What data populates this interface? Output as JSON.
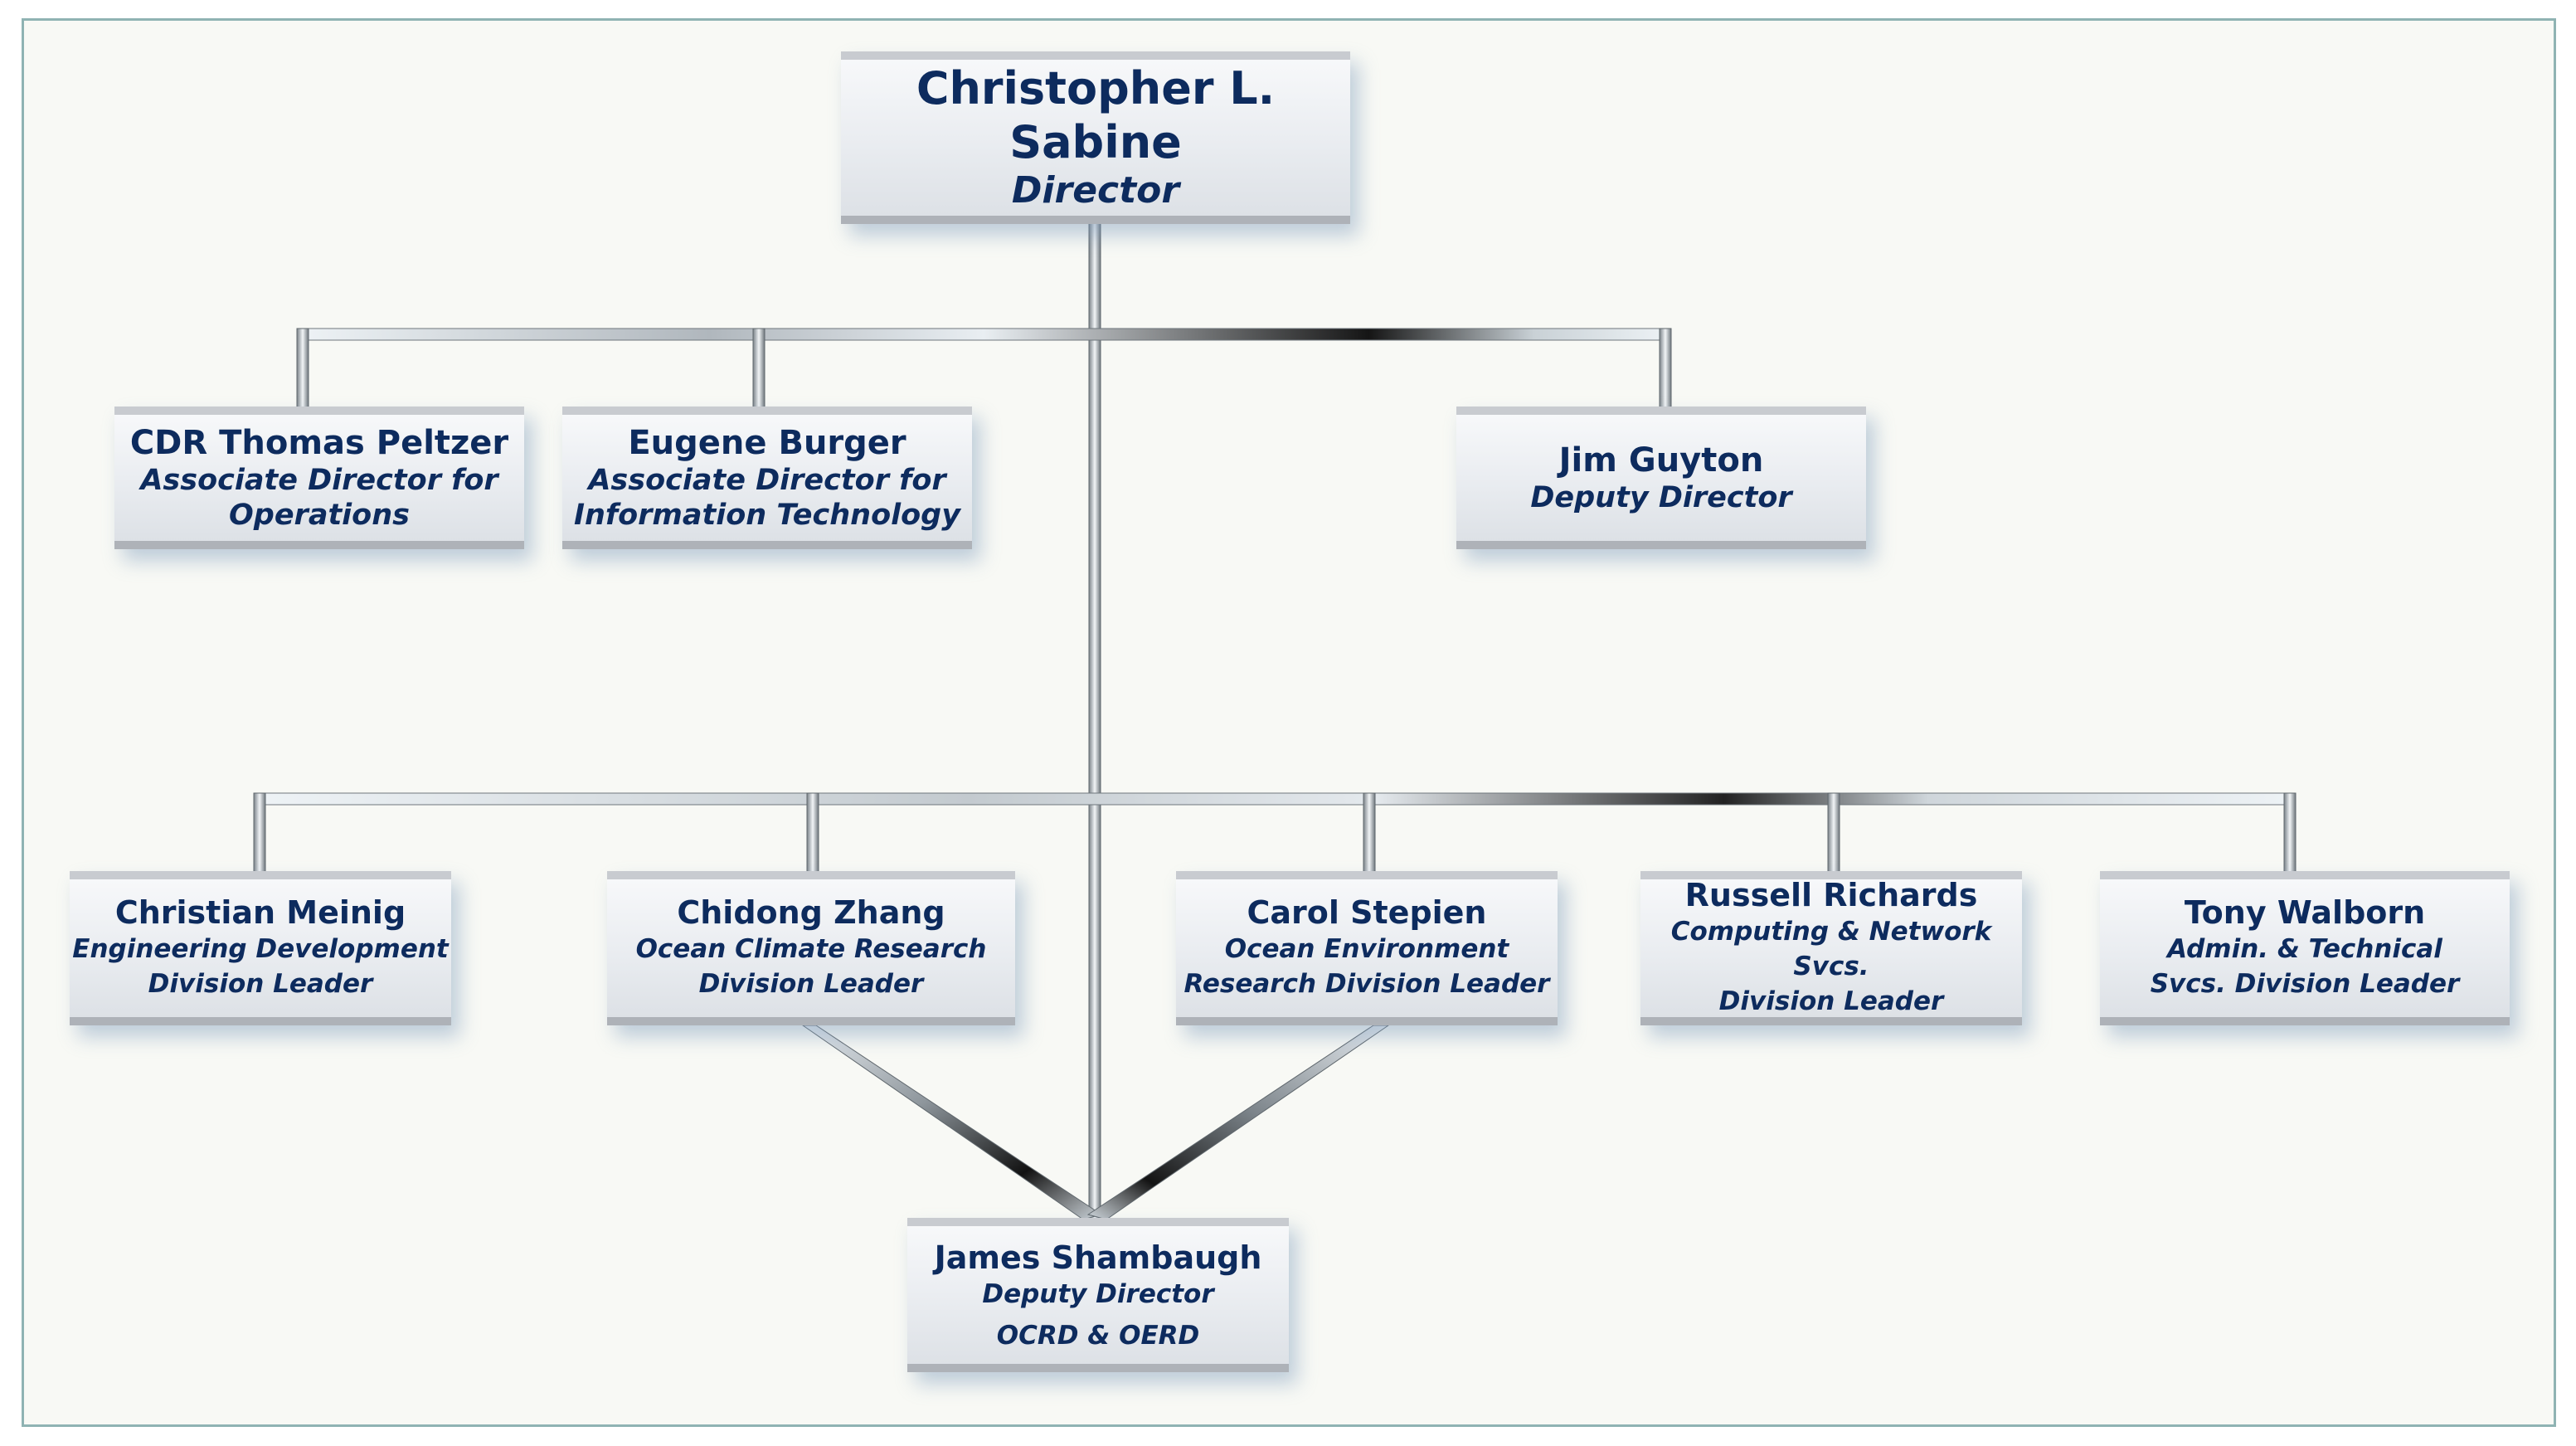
{
  "diagram": {
    "director": {
      "name": "Christopher L. Sabine",
      "title": "Director"
    },
    "associates": [
      {
        "name": "CDR Thomas Peltzer",
        "title_lines": [
          "Associate Director for",
          "Operations"
        ]
      },
      {
        "name": "Eugene Burger",
        "title_lines": [
          "Associate Director for",
          "Information Technology"
        ]
      },
      {
        "name": "Jim Guyton",
        "title_lines": [
          "Deputy Director"
        ]
      }
    ],
    "divisions": [
      {
        "name": "Christian Meinig",
        "title_lines": [
          "Engineering Development",
          "Division Leader"
        ]
      },
      {
        "name": "Chidong Zhang",
        "title_lines": [
          "Ocean Climate Research",
          "Division Leader"
        ]
      },
      {
        "name": "Carol Stepien",
        "title_lines": [
          "Ocean Environment",
          "Research Division Leader"
        ]
      },
      {
        "name": "Russell Richards",
        "title_lines": [
          "Computing & Network Svcs.",
          "Division Leader"
        ]
      },
      {
        "name": "Tony Walborn",
        "title_lines": [
          "Admin. & Technical",
          "Svcs. Division Leader"
        ]
      }
    ],
    "deputy_ocrd_oerd": {
      "name": "James Shambaugh",
      "title": "Deputy Director",
      "subtitle": "OCRD & OERD"
    },
    "colors": {
      "text": "#0d2b5e",
      "frame_border": "#8fb3b3",
      "background": "#f8f9f5",
      "connector_light": "#e6eef2",
      "connector_dark": "#1a1a1a"
    }
  }
}
